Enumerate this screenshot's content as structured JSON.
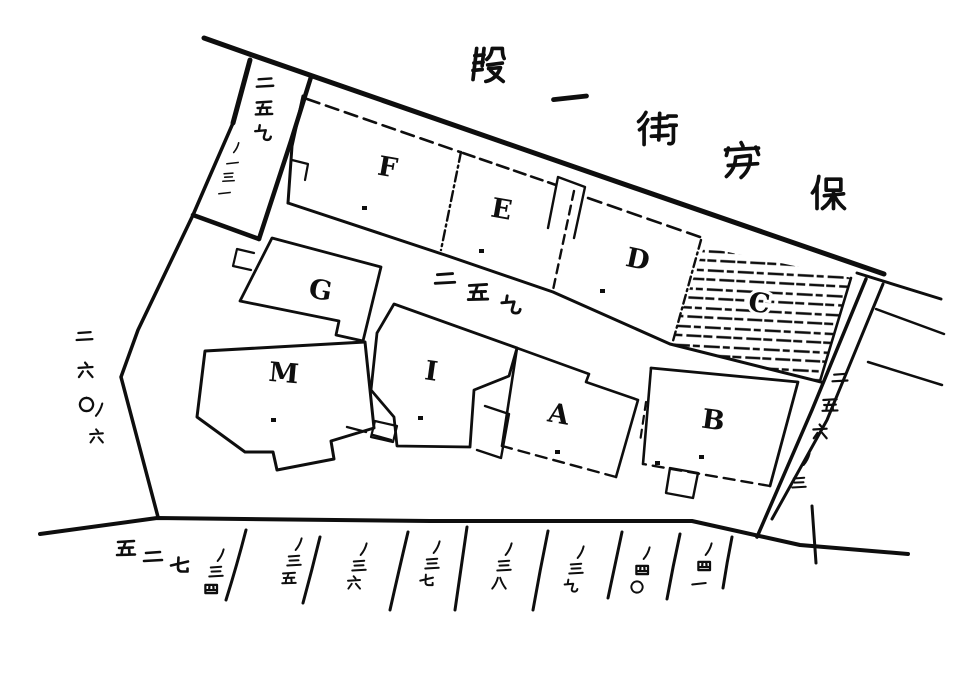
{
  "map": {
    "type": "cadastral-sketch-map",
    "street": {
      "name": "段一街安保"
    },
    "blocks": {
      "f": "F",
      "e": "E",
      "d": "D",
      "c": "C",
      "g": "G",
      "m": "M",
      "i": "I",
      "a": "A",
      "b": "B"
    },
    "lots": {
      "center": "二五九",
      "left_strip_line1": "二五九",
      "left_strip_line2": "ノ一三一",
      "west_line1": "二六〇",
      "west_line2": "ノ六",
      "east_road_line1": "二五六",
      "east_road_line2": "ノ三",
      "south_road": "五二七",
      "south_lots": [
        "ノ三四",
        "ノ三五",
        "ノ三六",
        "ノ三七",
        "ノ三八",
        "ノ三九",
        "ノ四〇",
        "ノ四一"
      ]
    },
    "ink_color": "#0e0e0e",
    "paper_color": "#ffffff"
  }
}
